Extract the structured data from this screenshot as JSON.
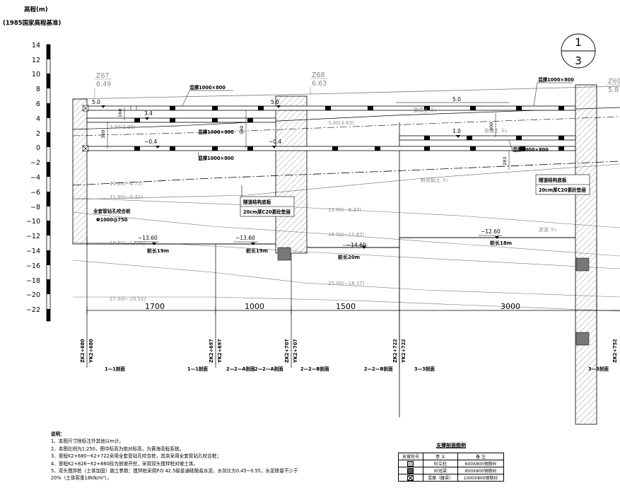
{
  "elevation_axis": {
    "title": "高程(m)",
    "datum": "(1985国家高程基准)",
    "ticks": [
      "14",
      "12",
      "10",
      "8",
      "6",
      "4",
      "2",
      "0",
      "−2",
      "−4",
      "−6",
      "−8",
      "−10",
      "−12",
      "−14",
      "−16",
      "−18",
      "−20",
      "−22"
    ]
  },
  "section_marker": {
    "top": "1",
    "bottom": "3"
  },
  "boreholes": [
    {
      "id": "Z67",
      "elev": "6.49"
    },
    {
      "id": "Z68",
      "elev": "6.63"
    },
    {
      "id": "Z69",
      "elev": "5.8"
    }
  ],
  "struts": {
    "top_left": "混撑1000×800",
    "top_right": "混撑1000×800",
    "mid_left": "混撑1000×800",
    "left_low": "混撑1000×800",
    "right_low": "混撑1000×800"
  },
  "levels": {
    "l50a": "5.0",
    "l50b": "5.0",
    "l34": "3.4",
    "l10": "1.0",
    "ln04a": "−0.4",
    "ln04b": "−0.4",
    "ln136a": "−13.60",
    "ln136b": "−13.60",
    "ln146": "−14.60",
    "ln126": "−12.60"
  },
  "dims": {
    "d160": "160",
    "d360": "360",
    "d540": "540",
    "d400": "400",
    "d283": "283"
  },
  "strata": {
    "s1": "3.50(2.99)",
    "s2": "3.00(3.63)",
    "s3": "11.20(−4.71)",
    "s4": "11.80(−5.31)",
    "s5": "15.00(−8.37)",
    "s6": "18.50(−11.87)",
    "s7": "19.50(−13.01)",
    "s8": "25.00(−18.37)",
    "s9": "27.00(−20.51)",
    "soil1": "素填土 ①₁",
    "soil2": "杂填土 ①₂",
    "soil3": "粉质黏土 ⑦₁",
    "soil4": "淤泥 ⑦₂"
  },
  "notes_inline": {
    "tunnel_base_left": "隧道结构底板",
    "cushion_left": "20cm厚C20素砼垫层",
    "tunnel_base_right": "隧道结构底板",
    "cushion_right": "20cm厚C20素砼垫层",
    "pile_title": "全套管钻孔咬合桩",
    "pile_spec": "Φ1000@750"
  },
  "piles": {
    "p1": "桩长19m",
    "p2": "桩长19m",
    "p3": "桩长20m",
    "p4": "桩长18m"
  },
  "spans": [
    "1700",
    "1000",
    "1500",
    "3000"
  ],
  "stations": [
    "ZK2+680",
    "YK2+680",
    "ZK2+697",
    "YK2+697",
    "ZK2+707",
    "YK2+707",
    "ZK2+722",
    "YK2+722",
    "ZK2+752"
  ],
  "section_labels": [
    "1—1剖面",
    "1—1剖面",
    "2—2—A剖面",
    "2—2—A剖面",
    "2—2—B剖面",
    "2—2—B剖面",
    "3—3剖面",
    "3—3剖面"
  ],
  "notes": {
    "title": "说明：",
    "items": [
      "1、本图尺寸除标注外其他以m计。",
      "2、本图比例为1:250，图中标高为绝对标高，为黄海高程系统。",
      "3、里程K2+680~K2+722采用全套管钻孔咬合桩，其余采用全套管钻孔咬合桩；",
      "4、里程K2+826~K2+860段为放坡开挖，采用双头搅拌桩对坡土体。",
      "5、双头搅拌桩（土体加固）施工参数：搅拌桩采用P.O 42.5级普通硅酸盐水泥，水灰比为0.45~0.55，水泥掺量不少于",
      "20%（土体容重18kN/m³）。"
    ]
  },
  "legend": {
    "title": "支撑剖面图例",
    "headers": [
      "支撑符号",
      "意 义",
      "备 注"
    ],
    "rows": [
      {
        "meaning": "砼立柱",
        "remark": "600X800钢筋砼"
      },
      {
        "meaning": "砼冠梁",
        "remark": "600X800钢筋砼"
      },
      {
        "meaning": "混撑（腰梁）",
        "remark": "1000X800钢筋砼"
      }
    ]
  }
}
